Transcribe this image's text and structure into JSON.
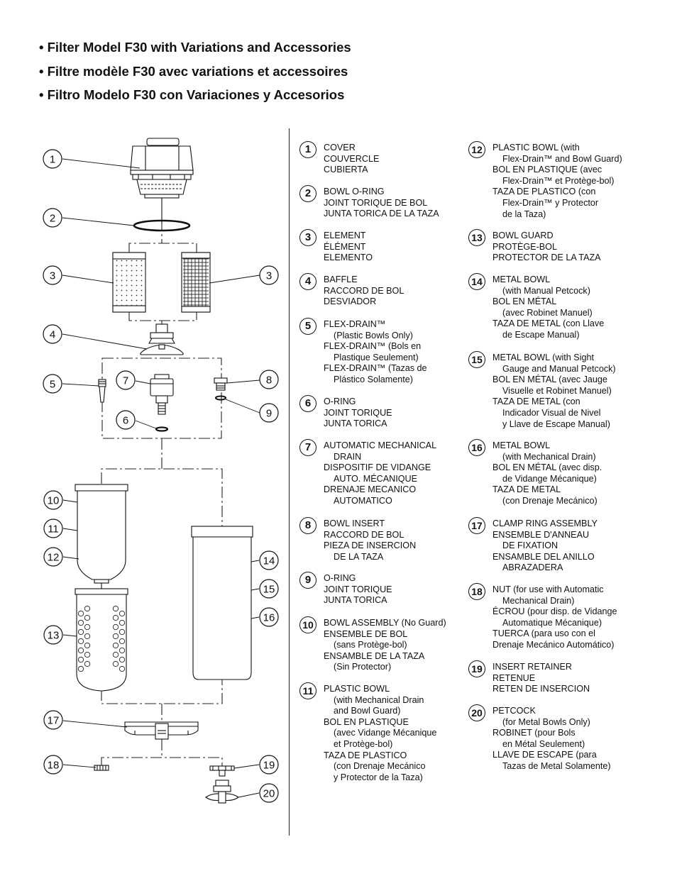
{
  "titles": [
    "• Filter Model F30 with Variations and Accessories",
    "• Filtre modèle F30 avec variations et accessoires",
    "• Filtro Modelo F30 con Variaciones y Accesorios"
  ],
  "callouts": [
    "1",
    "2",
    "3",
    "3",
    "4",
    "5",
    "6",
    "7",
    "8",
    "9",
    "10",
    "11",
    "12",
    "13",
    "14",
    "15",
    "16",
    "17",
    "18",
    "19",
    "20"
  ],
  "parts": [
    {
      "num": "1",
      "lines": [
        {
          "t": "COVER"
        },
        {
          "t": "COUVERCLE"
        },
        {
          "t": "CUBIERTA"
        }
      ]
    },
    {
      "num": "2",
      "lines": [
        {
          "t": "BOWL O-RING"
        },
        {
          "t": "JOINT TORIQUE DE BOL"
        },
        {
          "t": "JUNTA TORICA DE LA TAZA"
        }
      ]
    },
    {
      "num": "3",
      "lines": [
        {
          "t": "ELEMENT"
        },
        {
          "t": "ÉLÉMENT"
        },
        {
          "t": "ELEMENTO"
        }
      ]
    },
    {
      "num": "4",
      "lines": [
        {
          "t": "BAFFLE"
        },
        {
          "t": "RACCORD DE BOL"
        },
        {
          "t": "DESVIADOR"
        }
      ]
    },
    {
      "num": "5",
      "lines": [
        {
          "t": "FLEX-DRAIN™"
        },
        {
          "t": "(Plastic Bowls Only)",
          "i": 1
        },
        {
          "t": "FLEX-DRAIN™ (Bols en"
        },
        {
          "t": "Plastique Seulement)",
          "i": 1
        },
        {
          "t": "FLEX-DRAIN™ (Tazas de"
        },
        {
          "t": "Plástico Solamente)",
          "i": 1
        }
      ]
    },
    {
      "num": "6",
      "lines": [
        {
          "t": "O-RING"
        },
        {
          "t": "JOINT TORIQUE"
        },
        {
          "t": "JUNTA TORICA"
        }
      ]
    },
    {
      "num": "7",
      "lines": [
        {
          "t": "AUTOMATIC MECHANICAL"
        },
        {
          "t": "DRAIN",
          "i": 1
        },
        {
          "t": "DISPOSITIF DE VIDANGE"
        },
        {
          "t": "AUTO. MÉCANIQUE",
          "i": 1
        },
        {
          "t": "DRENAJE MECANICO"
        },
        {
          "t": "AUTOMATICO",
          "i": 1
        }
      ]
    },
    {
      "num": "8",
      "lines": [
        {
          "t": "BOWL INSERT"
        },
        {
          "t": "RACCORD DE BOL"
        },
        {
          "t": "PIEZA DE INSERCION"
        },
        {
          "t": "DE LA TAZA",
          "i": 1
        }
      ]
    },
    {
      "num": "9",
      "lines": [
        {
          "t": "O-RING"
        },
        {
          "t": "JOINT TORIQUE"
        },
        {
          "t": "JUNTA TORICA"
        }
      ]
    },
    {
      "num": "10",
      "lines": [
        {
          "t": "BOWL ASSEMBLY (No Guard)"
        },
        {
          "t": "ENSEMBLE DE BOL"
        },
        {
          "t": "(sans Protège-bol)",
          "i": 1
        },
        {
          "t": "ENSAMBLE DE LA TAZA"
        },
        {
          "t": "(Sin Protector)",
          "i": 1
        }
      ]
    },
    {
      "num": "11",
      "lines": [
        {
          "t": "PLASTIC BOWL"
        },
        {
          "t": "(with Mechanical Drain",
          "i": 1
        },
        {
          "t": "and Bowl Guard)",
          "i": 1
        },
        {
          "t": "BOL EN PLASTIQUE"
        },
        {
          "t": "(avec Vidange Mécanique",
          "i": 1
        },
        {
          "t": "et Protège-bol)",
          "i": 1
        },
        {
          "t": "TAZA DE PLASTICO"
        },
        {
          "t": "(con Drenaje Mecánico",
          "i": 1
        },
        {
          "t": "y Protector de la Taza)",
          "i": 1
        }
      ]
    },
    {
      "num": "12",
      "lines": [
        {
          "t": "PLASTIC BOWL (with"
        },
        {
          "t": "Flex-Drain™ and Bowl Guard)",
          "i": 1
        },
        {
          "t": "BOL EN PLASTIQUE (avec"
        },
        {
          "t": "Flex-Drain™ et Protège-bol)",
          "i": 1
        },
        {
          "t": "TAZA DE PLASTICO (con"
        },
        {
          "t": "Flex-Drain™ y Protector",
          "i": 1
        },
        {
          "t": "de la Taza)",
          "i": 1
        }
      ]
    },
    {
      "num": "13",
      "lines": [
        {
          "t": "BOWL GUARD"
        },
        {
          "t": "PROTÈGE-BOL"
        },
        {
          "t": "PROTECTOR DE LA TAZA"
        }
      ]
    },
    {
      "num": "14",
      "lines": [
        {
          "t": "METAL BOWL"
        },
        {
          "t": "(with Manual Petcock)",
          "i": 1
        },
        {
          "t": "BOL EN MÉTAL"
        },
        {
          "t": "(avec Robinet Manuel)",
          "i": 1
        },
        {
          "t": "TAZA DE METAL (con Llave"
        },
        {
          "t": "de Escape Manual)",
          "i": 1
        }
      ]
    },
    {
      "num": "15",
      "lines": [
        {
          "t": "METAL BOWL (with Sight"
        },
        {
          "t": "Gauge and Manual Petcock)",
          "i": 1
        },
        {
          "t": "BOL EN MÉTAL (avec Jauge"
        },
        {
          "t": "Visuelle et Robinet Manuel)",
          "i": 1
        },
        {
          "t": "TAZA DE METAL (con"
        },
        {
          "t": "Indicador Visual de Nivel",
          "i": 1
        },
        {
          "t": "y Llave de Escape Manual)",
          "i": 1
        }
      ]
    },
    {
      "num": "16",
      "lines": [
        {
          "t": "METAL BOWL"
        },
        {
          "t": "(with Mechanical Drain)",
          "i": 1
        },
        {
          "t": "BOL EN MÉTAL (avec disp."
        },
        {
          "t": "de Vidange Mécanique)",
          "i": 1
        },
        {
          "t": "TAZA DE METAL"
        },
        {
          "t": "(con Drenaje Mecánico)",
          "i": 1
        }
      ]
    },
    {
      "num": "17",
      "lines": [
        {
          "t": "CLAMP RING ASSEMBLY"
        },
        {
          "t": "ENSEMBLE D'ANNEAU"
        },
        {
          "t": "DE FIXATION",
          "i": 1
        },
        {
          "t": "ENSAMBLE DEL ANILLO"
        },
        {
          "t": "ABRAZADERA",
          "i": 1
        }
      ]
    },
    {
      "num": "18",
      "lines": [
        {
          "t": "NUT (for use with Automatic"
        },
        {
          "t": "Mechanical Drain)",
          "i": 1
        },
        {
          "t": "ÉCROU (pour disp. de Vidange"
        },
        {
          "t": "Automatique Mécanique)",
          "i": 1
        },
        {
          "t": "TUERCA (para uso con el"
        },
        {
          "t": "Drenaje Mecánico Automático)"
        }
      ]
    },
    {
      "num": "19",
      "lines": [
        {
          "t": "INSERT RETAINER"
        },
        {
          "t": "RETENUE"
        },
        {
          "t": "RETEN DE INSERCION"
        }
      ]
    },
    {
      "num": "20",
      "lines": [
        {
          "t": "PETCOCK"
        },
        {
          "t": "(for Metal Bowls Only)",
          "i": 1
        },
        {
          "t": "ROBINET (pour Bols"
        },
        {
          "t": "en Métal Seulement)",
          "i": 1
        },
        {
          "t": "LLAVE DE ESCAPE (para"
        },
        {
          "t": "Tazas de Metal Solamente)",
          "i": 1
        }
      ]
    }
  ]
}
